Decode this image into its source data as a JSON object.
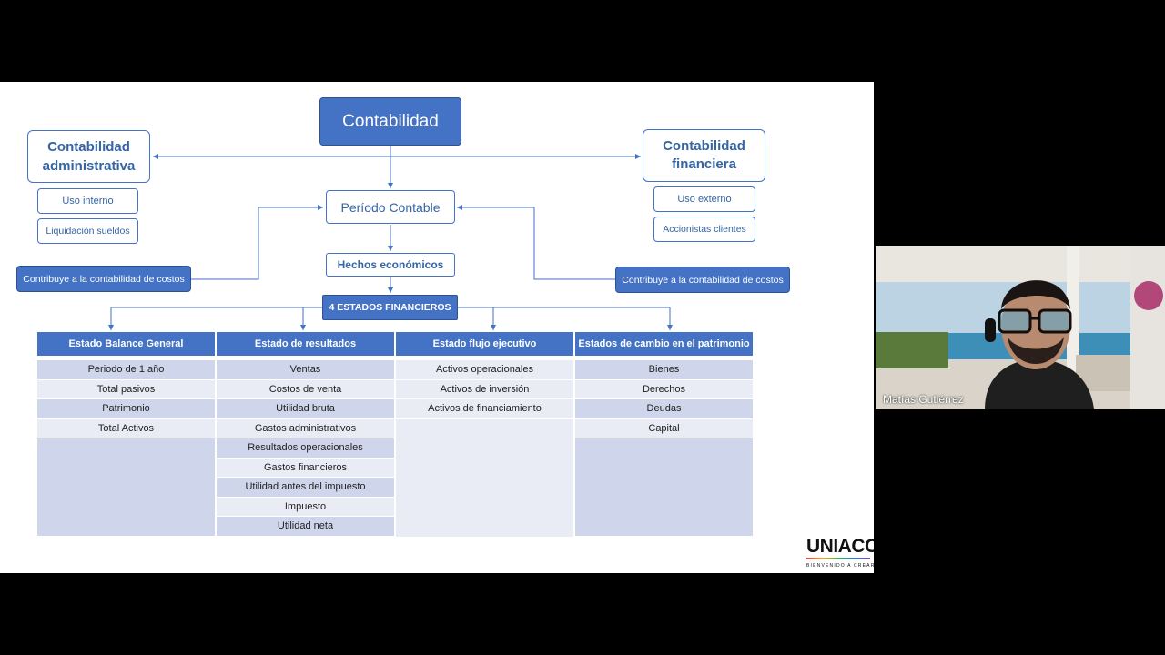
{
  "slide": {
    "title": "Contabilidad",
    "admin": {
      "title": "Contabilidad administrativa",
      "items": [
        "Uso interno",
        "Liquidación sueldos"
      ]
    },
    "financiera": {
      "title": "Contabilidad financiera",
      "items": [
        "Uso externo",
        "Accionistas clientes"
      ]
    },
    "periodo": "Período Contable",
    "hechos": "Hechos económicos",
    "costos_left": "Contribuye a la contabilidad de costos",
    "costos_right": "Contribuye a la contabilidad de costos",
    "estados": "4 ESTADOS FINANCIEROS",
    "table": {
      "columns": [
        {
          "header": "Estado Balance General",
          "rows": [
            "Periodo de 1 año",
            "Total pasivos",
            "Patrimonio",
            "Total Activos"
          ]
        },
        {
          "header": "Estado de resultados",
          "rows": [
            "Ventas",
            "Costos de venta",
            "Utilidad bruta",
            "Gastos administrativos",
            "Resultados operacionales",
            "Gastos financieros",
            "Utilidad antes del impuesto",
            "Impuesto",
            "Utilidad neta"
          ]
        },
        {
          "header": "Estado flujo ejecutivo",
          "rows": [
            "Activos operacionales",
            "Activos de inversión",
            "Activos de financiamiento"
          ]
        },
        {
          "header": "Estados de cambio en el patrimonio",
          "rows": [
            "Bienes",
            "Derechos",
            "Deudas",
            "Capital"
          ]
        }
      ]
    },
    "logo": {
      "name": "UNIACC",
      "tagline": "BIENVENIDO A CREAR"
    }
  },
  "participant": {
    "name": "Matías Gutiérrez"
  },
  "colors": {
    "accent": "#4472c4",
    "background": "#000000"
  }
}
